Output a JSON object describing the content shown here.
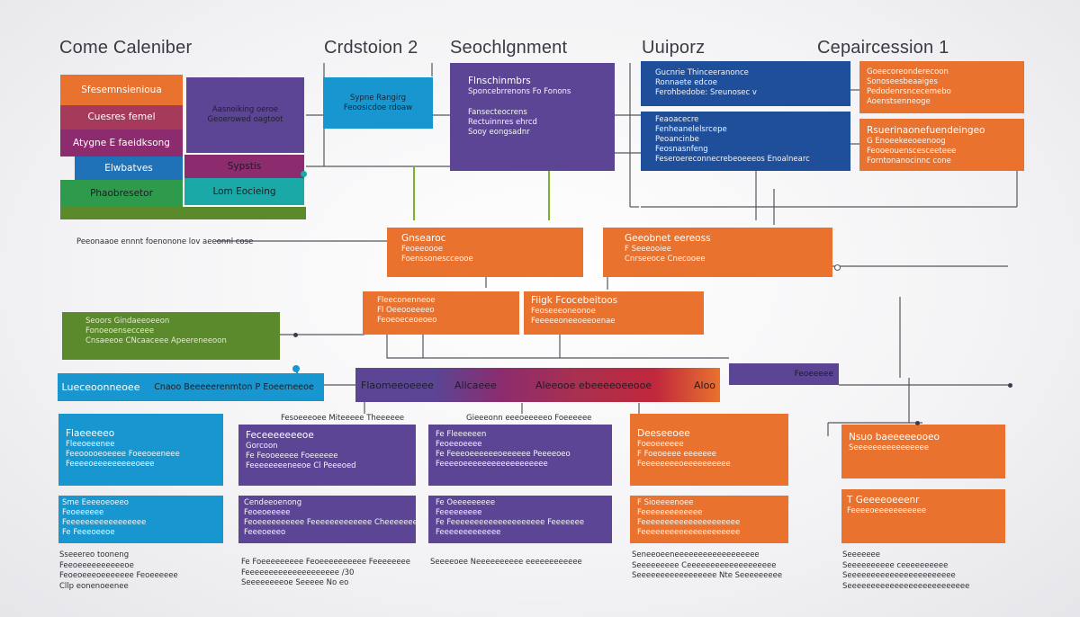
{
  "headers": {
    "h1": "Come Caleniber",
    "h2": "Crdstoion 2",
    "h3": "Seochlgnment",
    "h4": "Uuiporz",
    "h5": "Cepaircession 1"
  },
  "colors": {
    "orange": "#e8722e",
    "purple": "#5b4594",
    "blue": "#1f4f9b",
    "teal_blue": "#1796cf",
    "green": "#5a8a2c",
    "magenta": "#8c2c6e",
    "crimson": "#c0273c",
    "wire": "#555560"
  },
  "left_stack": {
    "row1": "Sfesemnsienioua",
    "row2": "Cuesres femel",
    "row3": "Atygne E faeidksong",
    "row4": "Elwbatves",
    "row5": "Phaobresetor",
    "side1_l1": "Aasnoiking oeroe",
    "side1_l2": "Geoerowed oagtoot",
    "side2": "Sypstis",
    "side3": "Lom Eocieing"
  },
  "top_boxes": {
    "cyan_l1": "Sypne Rangirg",
    "cyan_l2": "Feoosicdoe rdoaw",
    "purple_l1": "Flnschinmbrs",
    "purple_l2": "Sponcebrrenons Fo Fonons",
    "purple_l3": "Fansecteocrens",
    "purple_l4": "Rectuinnres ehrcd",
    "purple_l5": "Sooy eongsadnr",
    "blue1_l1": "Gucnrie Thinceeranonce",
    "blue1_l2": "Ronnaete edcoe",
    "blue1_l3": "Ferohbedobe: Sreunosec v",
    "blue2_l1": "Feaoacecre",
    "blue2_l2": "Fenheanelelsrcepe",
    "blue2_l3": "Peoancinbe",
    "blue2_l4": "Feosnasnfeng",
    "blue2_l5": "Feseroereconnecrebeoeeeos Enoalnearc",
    "orange1_l1": "Goeecoreonderecoon",
    "orange1_l2": "Sonoseesbeaaiges",
    "orange1_l3": "Pedodenrsncecemebo",
    "orange1_l4": "Aoenstsenneoge",
    "orange2_l1": "Rsuerinaonefuendeingeo",
    "orange2_l2": "G Enoeekeeoeenoog",
    "orange2_l3": "Feooeouenscesceeteee",
    "orange2_l4": "Forntonanocinnc cone"
  },
  "caption_left": "Peeonaaoe ennnt foenonone lov aeeonnl cose",
  "middle": {
    "m1_l1": "Gnsearoc",
    "m1_l2": "Feoeeoooe",
    "m1_l3": "Foenssonescceooe",
    "m2_l1": "Geeobnet eereoss",
    "m2_l2": "F Seeeooiee",
    "m2_l3": "Cnrseeoce Cnecooee",
    "m3_l1": "Fleeconenneoe",
    "m3_l2": "Fl Oeeooeeeeo",
    "m3_l3": "Feoeoeceoeoeo",
    "m4_l1": "Fiigk Fcocebeitoos",
    "m4_l2": "Feoseeeoneonoe",
    "m4_l3": "Feeeeeoneeoeeoenae"
  },
  "green_box": {
    "l1": "Seoors Gindaeeoeeon",
    "l2": "Fonoeoensecceee",
    "l3": "Cnsaeeoe CNcaaceee  Apeereneeoon"
  },
  "band": {
    "blue_label": "Lueceoonneoee",
    "blue_label2": "Cnaoo Beeeeerenmton P Eoeerneeoe",
    "grad1": "Flaomeeoeeee",
    "grad2": "Alicaeee",
    "grad3": "Aleeooe ebeeeeoeeooe",
    "grad_end": "Aloo",
    "right_label": "Feoeeeee"
  },
  "row_titles": {
    "t2": "Fesoeeeoee Miteeeee Theeeeee",
    "t3": "Gieeeonn eeeoeeeeeo Foeeeeee"
  },
  "grid": {
    "b1_l1": "Flaeeeeeo",
    "b1_l2": "Fleeoeeenee",
    "b1_l3": "Feeooooeoeeee Foeeoeeneee",
    "b1_l4": "Feeeeoeeeeeeeeeoeee",
    "b2_l1": "Feceeeeeeeoe",
    "b2_l2": "Gorcoon",
    "b2_l3": "Fe Feooeeeee Foeeeeee",
    "b2_l4": "Feeeeeeeeneeoe Cl Peeeoed",
    "b3_l1": "Fe Fleeeeeen",
    "b3_l2": "Feoeeoeeee",
    "b3_l3": "Fe Feeeoeeeeeeoeeeeee Peeeeoeo",
    "b3_l4": "Feeeeoeeeeeeeeeeeeeeeeee",
    "b4_l1": "Deeseeoee",
    "b4_l2": "Foeoeeeeee",
    "b4_l3": "F Foeoeeee eeeeeee",
    "b4_l4": "Feeeeeeeeoeeeeeeeeee",
    "b5_l1": "Nsuo baeeeeeooeo",
    "b5_l2": "Seeeeeeeeeeeeeeee",
    "c1_l1": "Sme Eeeeoeoeeo",
    "c1_l2": "Feoeeeeee",
    "c1_l3": "Feeeeeeeeeeeeeeeee",
    "c1_l4": "Fe Feeeoeeoe",
    "c2_l1": "Cendeeoenong",
    "c2_l2": "Feoeoeeeee",
    "c2_l3": "Feoeeeeeeeeee Feeeeeeeeeeeee Cheeeeeee",
    "c2_l4": "Feeeoeeeo",
    "c3_l1": "Fe Oeeeeeeeee",
    "c3_l2": "Feeeeeeeee",
    "c3_l3": "Fe Feeeeeeeeeeeeeeeeeeee Feeeeeee",
    "c3_l4": "Feeeeeeeeeeeee",
    "c4_l1": "F Sioeeeenoee",
    "c4_l2": "Feeeeeeeeeeeee",
    "c4_l3": "Feeeeeeeeeeeeeeeeeeeee",
    "c4_l4": "Feeeeeeeeeeeeeeeeeeeee",
    "c5_l1": "T Geeeeoeeenr",
    "c5_l2": "Feeeeoeeeeeeeeeee"
  },
  "notes": {
    "n1_l1": "Sseeereo tooneng",
    "n1_l2": "Feeoeeeeeeeeeeoe",
    "n1_l3": "Feoeoeeeoeeeeeee Feoeeeeee",
    "n1_l4": "Cllp eonenoeenee",
    "n2_l1": "Fe Foeeeeeeeee Feoeeeeeeeeee Feeeeeeee",
    "n2_l2": "Feeeeeeeeeeeeeeeeeeee /30",
    "n2_l3": "Seeeeeeeeoe  Seeeee No eo",
    "n3_l1": "Seeeeoee  Neeeeeeeeee eeeeeeeeeeee",
    "n4_l1": "Seneeoeeneeeeeeeeeeeeeeeeee",
    "n4_l2": "Seeeeeeeee  Ceeeeeeeeeeeeeeeeeee",
    "n4_l3": "Seeeeeeeeeeeeeeeee Nte Seeeeeeeee",
    "n5_l1": "Seeeeeee",
    "n5_l2": "Seeeeeeeeee ceeeeeeeeee",
    "n5_l3": "Seeeeeeeeeeeeeeeeeeeeeee",
    "n5_l4": "Seeeeeeeeeeeeeeeeeeeeeeeeee"
  }
}
